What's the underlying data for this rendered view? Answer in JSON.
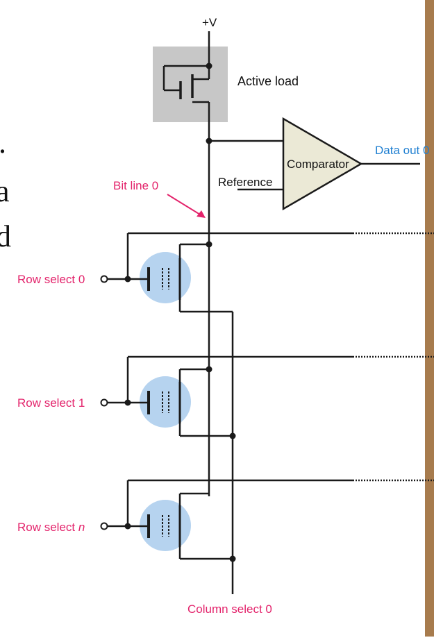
{
  "labels": {
    "supply": "+V",
    "active_load": "Active load",
    "comparator": "Comparator",
    "reference": "Reference",
    "data_out": "Data out 0",
    "bit_line": "Bit line 0",
    "row_select_0": "Row select 0",
    "row_select_1": "Row select 1",
    "row_select_n_prefix": "Row select ",
    "row_select_n_var": "n",
    "column_select": "Column select 0"
  },
  "left_margin_text": [
    ".",
    "a",
    "d"
  ],
  "colors": {
    "wire": "#1a1a1a",
    "pink_label": "#e3236b",
    "blue_label": "#1f7fd1",
    "cell_fill": "#b6d3ef",
    "load_box": "#c7c7c7",
    "comparator_fill": "#ebe9d6",
    "right_bar": "#a77b4d"
  }
}
